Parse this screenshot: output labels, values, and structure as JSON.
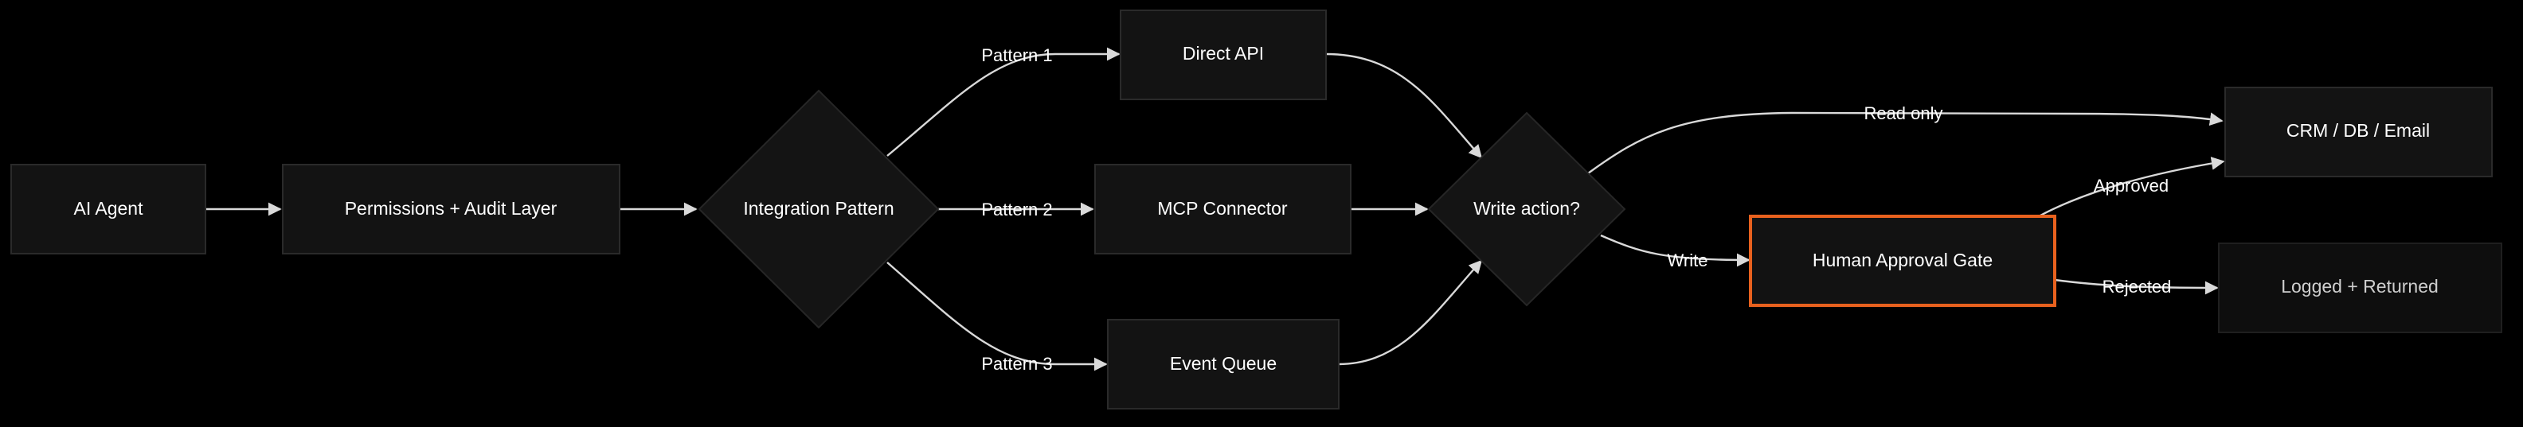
{
  "nodes": {
    "ai_agent": "AI Agent",
    "permissions": "Permissions + Audit Layer",
    "integration": "Integration Pattern",
    "direct_api": "Direct API",
    "mcp": "MCP Connector",
    "event_queue": "Event Queue",
    "write_action": "Write action?",
    "human_gate": "Human Approval Gate",
    "crm": "CRM / DB / Email",
    "logged": "Logged + Returned"
  },
  "edges": {
    "pattern1": "Pattern 1",
    "pattern2": "Pattern 2",
    "pattern3": "Pattern 3",
    "read_only": "Read only",
    "write": "Write",
    "approved": "Approved",
    "rejected": "Rejected"
  },
  "colors": {
    "background": "#000000",
    "approval_border": "#e8611e",
    "edge": "#d9d9d9"
  }
}
